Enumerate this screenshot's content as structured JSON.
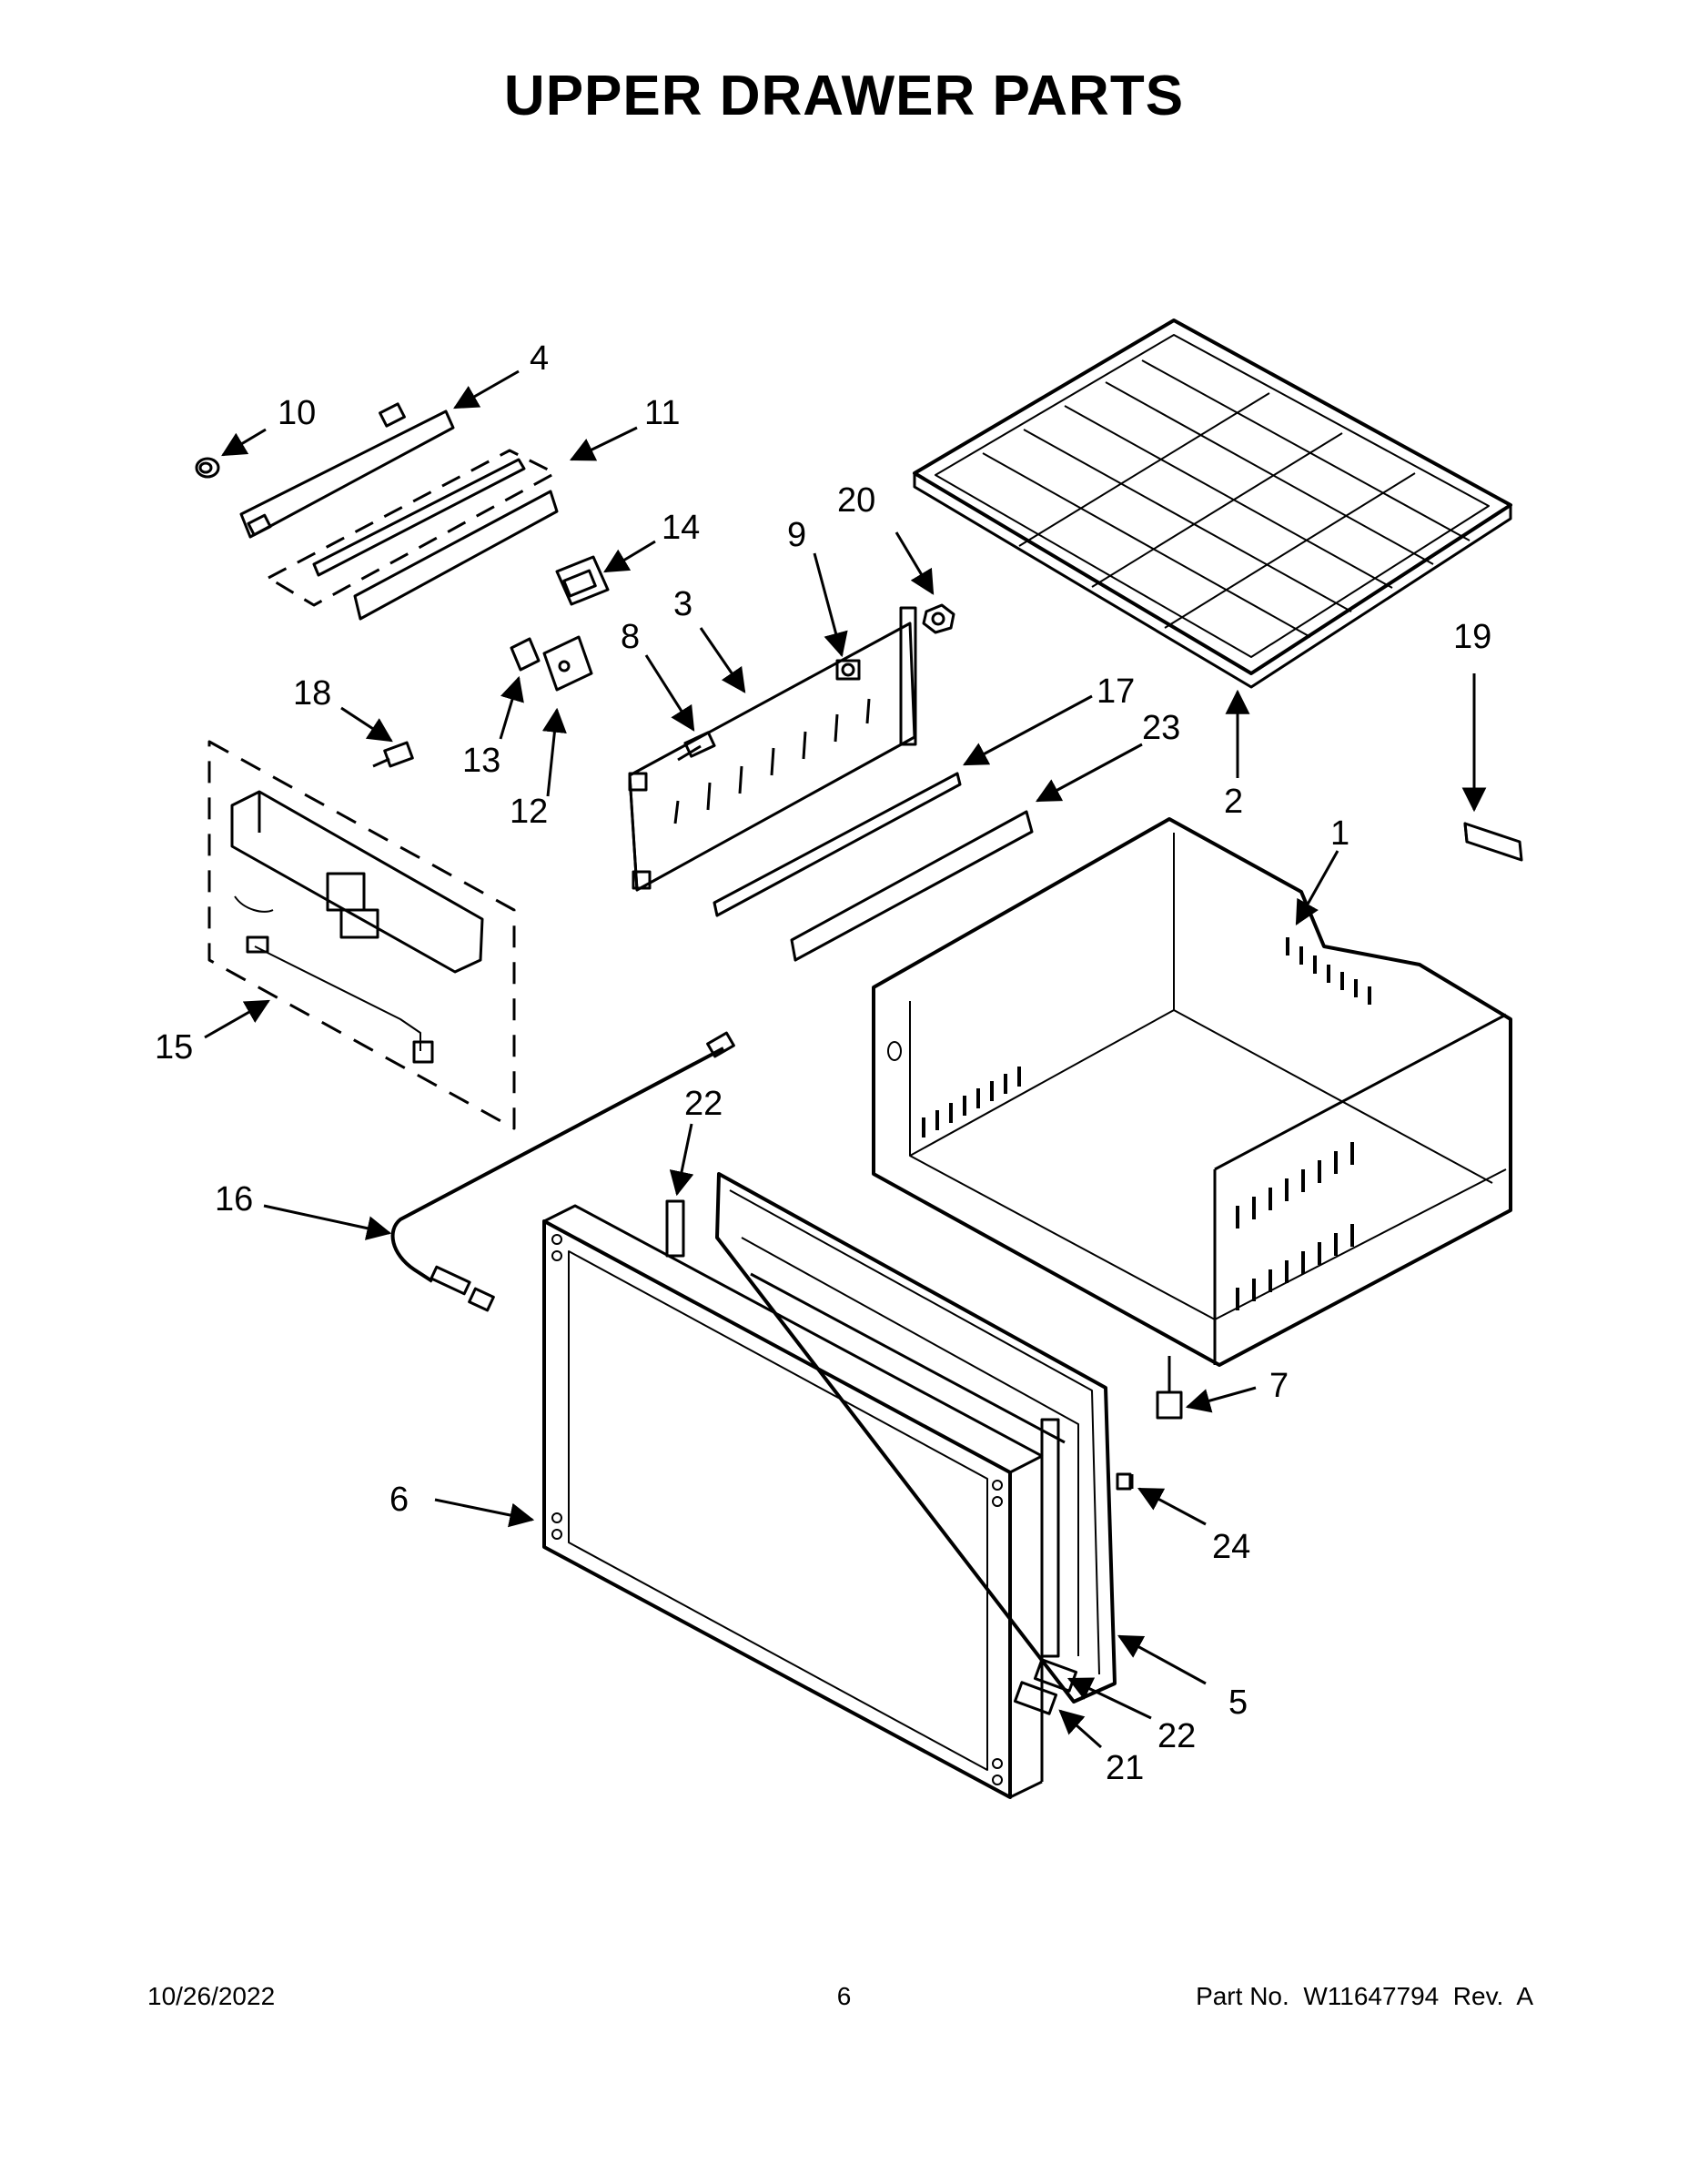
{
  "page": {
    "title": "UPPER DRAWER PARTS",
    "footer": {
      "date": "10/26/2022",
      "page_number": "6",
      "part_info": "Part No.  W11647794  Rev.  A"
    }
  },
  "callouts": {
    "c1": "1",
    "c2": "2",
    "c3": "3",
    "c4": "4",
    "c5": "5",
    "c6": "6",
    "c7": "7",
    "c8": "8",
    "c9": "9",
    "c10": "10",
    "c11": "11",
    "c12": "12",
    "c13": "13",
    "c14": "14",
    "c15": "15",
    "c16": "16",
    "c17": "17",
    "c18": "18",
    "c19": "19",
    "c20": "20",
    "c21": "21",
    "c22a": "22",
    "c22b": "22",
    "c23": "23",
    "c24": "24"
  }
}
